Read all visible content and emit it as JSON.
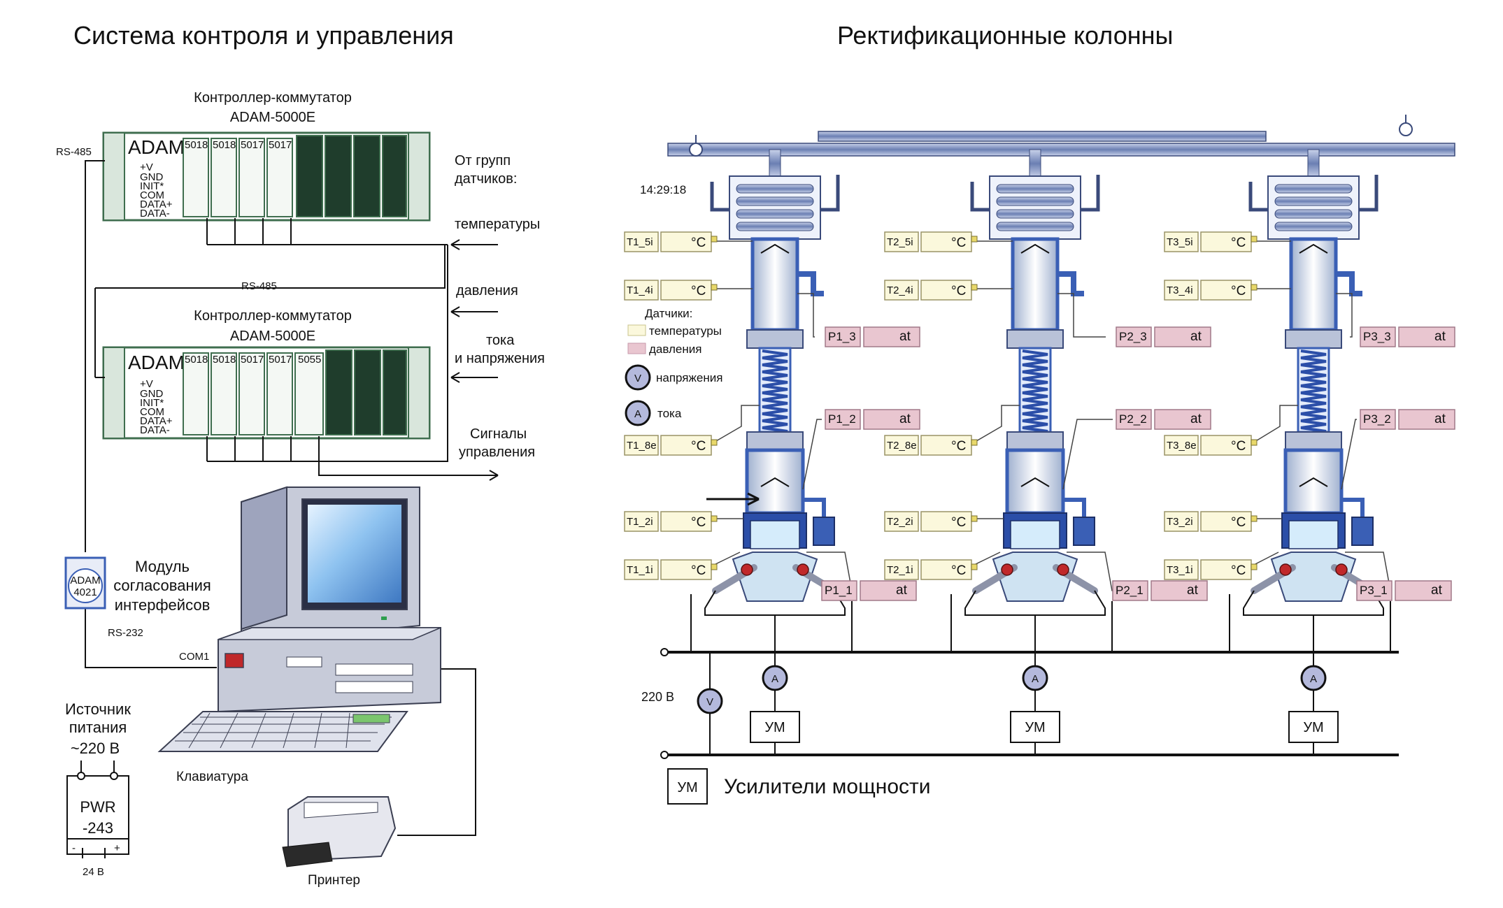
{
  "titles": {
    "left": "Система контроля и управления",
    "right": "Ректификационные колонны"
  },
  "left_panel": {
    "controller_label_1": "Контроллер-коммутатор",
    "controller_model": "ADAM-5000E",
    "adam_brand": "ADAM",
    "rack_pins": [
      "+V",
      "GND",
      "INIT*",
      "COM",
      "DATA+",
      "DATA-"
    ],
    "rack1_slots": [
      "5018",
      "5018",
      "5017",
      "5017"
    ],
    "rack2_slots": [
      "5018",
      "5018",
      "5017",
      "5017",
      "5055"
    ],
    "rs485": "RS-485",
    "rs232": "RS-232",
    "com1": "COM1",
    "sensor_groups_title_1": "От групп",
    "sensor_groups_title_2": "датчиков:",
    "temperature": "температуры",
    "pressure": "давления",
    "current_1": "тока",
    "current_2": "и напряжения",
    "control_signals_1": "Сигналы",
    "control_signals_2": "управления",
    "module_title_1": "Модуль",
    "module_title_2": "согласования",
    "module_title_3": "интерфейсов",
    "module_icon_1": "ADAM",
    "module_icon_2": "4021",
    "power_title_1": "Источник",
    "power_title_2": "питания",
    "power_voltage": "~220 В",
    "pwr_1": "PWR",
    "pwr_2": "-243",
    "pwr_minus": "-",
    "pwr_plus": "+",
    "pwr_out": "24 В",
    "keyboard": "Клавиатура",
    "printer": "Принтер"
  },
  "right_panel": {
    "clock": "14:29:18",
    "legend_title": "Датчики:",
    "legend_temperature": "температуры",
    "legend_pressure": "давления",
    "legend_voltage": "напряжения",
    "legend_current": "тока",
    "voltmeter_symbol": "V",
    "ammeter_symbol": "A",
    "unit_celsius": "°C",
    "unit_at": "at",
    "mains": "220 В",
    "amp": "УМ",
    "amp_legend": "Усилители мощности",
    "columns": [
      {
        "t5": "T1_5i",
        "t4": "T1_4i",
        "t8": "T1_8e",
        "t2": "T1_2i",
        "t1": "T1_1i",
        "p3": "P1_3",
        "p2": "P1_2",
        "p1": "P1_1"
      },
      {
        "t5": "T2_5i",
        "t4": "T2_4i",
        "t8": "T2_8e",
        "t2": "T2_2i",
        "t1": "T2_1i",
        "p3": "P2_3",
        "p2": "P2_2",
        "p1": "P2_1"
      },
      {
        "t5": "T3_5i",
        "t4": "T3_4i",
        "t8": "T3_8e",
        "t2": "T3_2i",
        "t1": "T3_1i",
        "p3": "P3_3",
        "p2": "P3_2",
        "p1": "P3_1"
      }
    ]
  },
  "colors": {
    "temp_field": "#fbf8dc",
    "pressure_field": "#e9c6d0",
    "rack_green": "#3f6e4f",
    "column_blue": "#3a5fb5",
    "pc_beige": "#c7cbd9"
  }
}
